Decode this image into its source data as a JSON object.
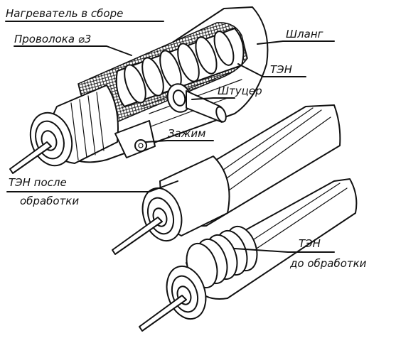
{
  "labels": {
    "heater_assembled": "Нагреватель в сборе",
    "wire": "Проволока ⌀3",
    "hose": "Шланг",
    "heating_element": "ТЭН",
    "fitting": "Штуцер",
    "clamp": "Зажим",
    "after_line1": "ТЭН после",
    "after_line2": "обработки",
    "before_line1": "ТЭН",
    "before_line2": "до обработки"
  }
}
